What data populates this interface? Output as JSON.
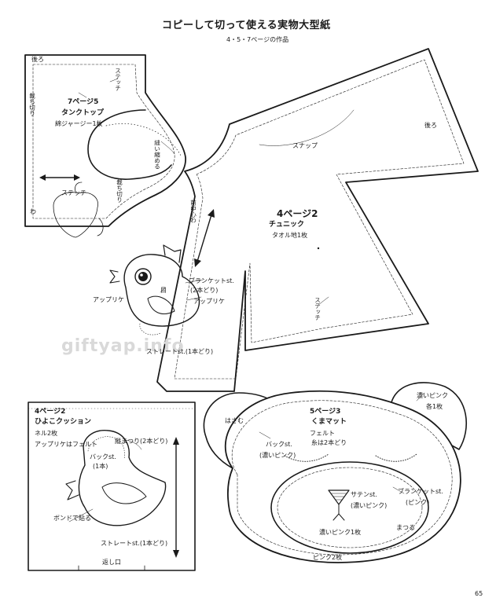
{
  "header": {
    "title": "コピーして切って使える実物大型紙",
    "subtitle": "4・5・7ページの作品"
  },
  "watermark": "giftyap.info",
  "page_number": "65",
  "tanktop": {
    "title_page": "7ページ5",
    "title_name": "タンクトップ",
    "material": "綿ジャージー1枚",
    "back_label": "後ろ",
    "stitch_label": "ステッチ",
    "cut_label_1": "裁ち切り",
    "cut_label_2": "裁ち切り",
    "fold_label": "縫い縮める",
    "guide_label": "ステッチ",
    "wa_label": "わ"
  },
  "tunic": {
    "title_page": "4ページ2",
    "title_name": "チュニック",
    "material": "タオル地1枚",
    "back_label": "後ろ",
    "snap_label": "スナップ",
    "front_center": "前中心わ",
    "stitch_label": "ステッチ",
    "applique": "アップリケ",
    "applique2": "アップリケ",
    "eye": "目",
    "blanket": "ブランケットst.",
    "blanket2": "(2本どり)",
    "straight": "ストレートst.(1本どり)"
  },
  "cushion": {
    "title_page": "4ページ2",
    "title_name": "ひよこクッション",
    "material": "ネル2枚",
    "note": "アップリケはフェルト",
    "back_st": "バックst.",
    "back_st2": "(1本)",
    "tatematsuri": "縦まつり(2本どり)",
    "bond": "ボンドで貼る",
    "straight": "ストレートst.(1本どり)",
    "opening": "返し口"
  },
  "bear": {
    "title_page": "5ページ3",
    "title_name": "くまマット",
    "material": "フェルト",
    "thread": "糸は2本どり",
    "hasamu": "はさむ",
    "ear_color": "濃いピンク",
    "ear_count": "各1枚",
    "back_st": "バックst.",
    "back_st2": "(濃いピンク)",
    "satin": "サテンst.",
    "satin2": "(濃いピンク)",
    "blanket": "ブランケットst.",
    "blanket2": "(ピンク)",
    "matsuru": "まつる",
    "inner": "濃いピンク1枚",
    "outer": "ピンク2枚"
  }
}
